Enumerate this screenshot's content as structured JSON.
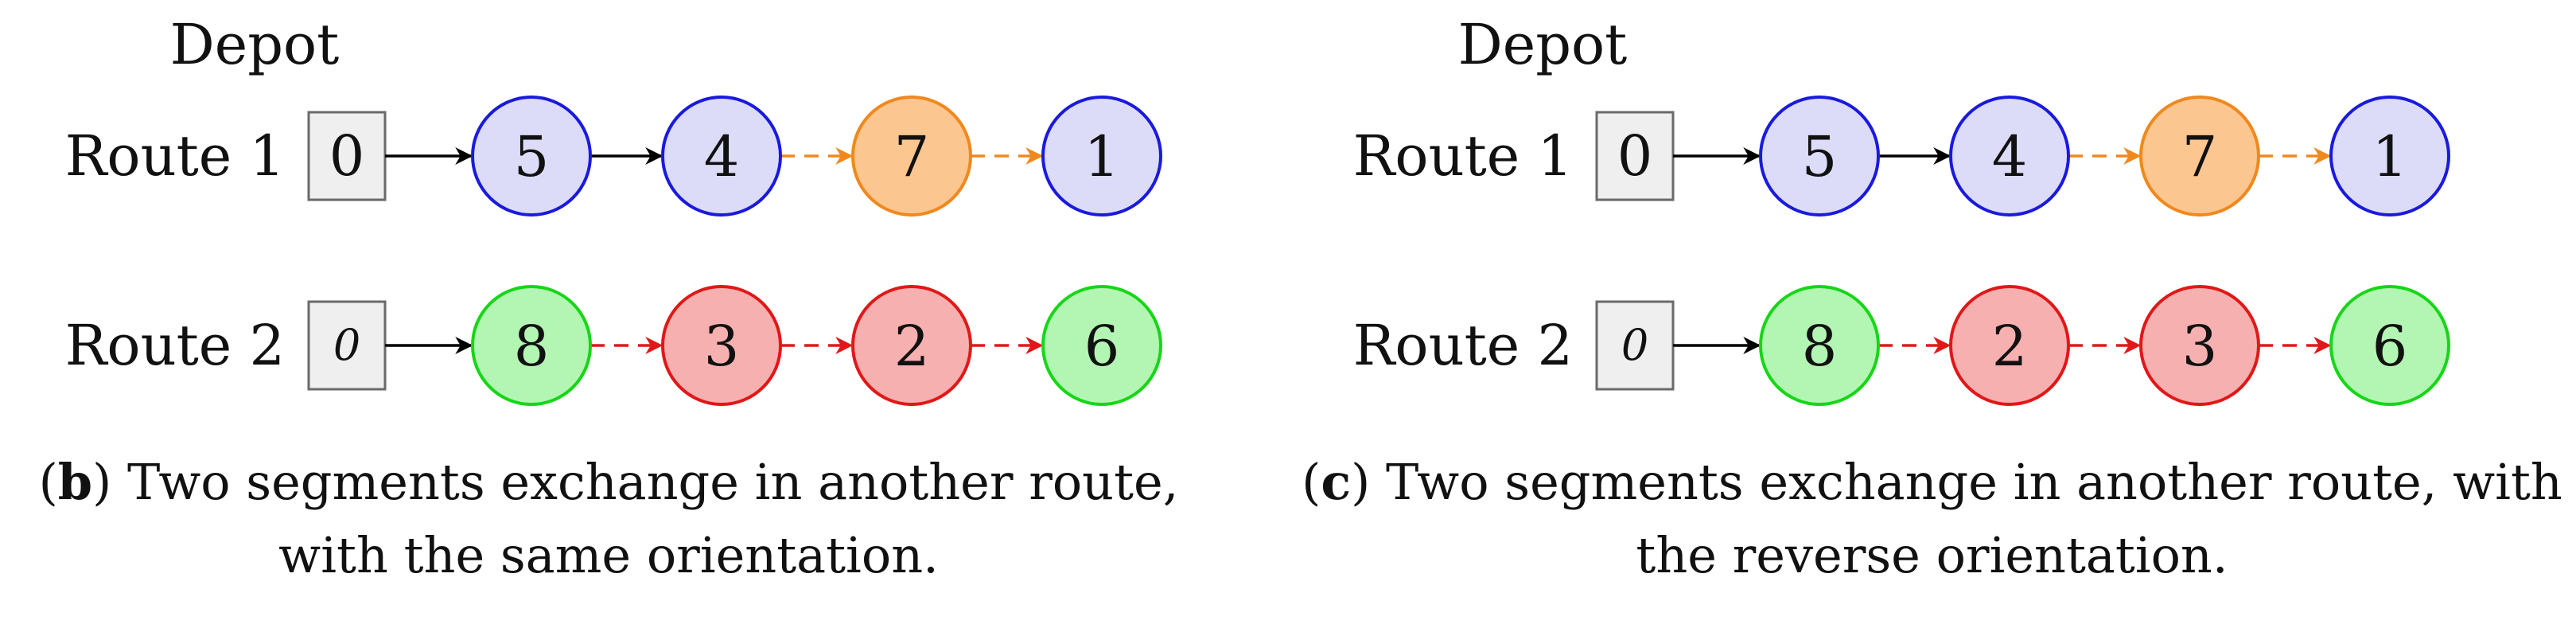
{
  "panels": [
    {
      "depot_label": "Depot",
      "routes": [
        {
          "label": "Route 1",
          "depot": {
            "text": "0",
            "italic": false
          },
          "nodes": [
            {
              "text": "5",
              "fill": "#dcdcf8",
              "stroke": "#1a1adc"
            },
            {
              "text": "4",
              "fill": "#dcdcf8",
              "stroke": "#1a1adc"
            },
            {
              "text": "7",
              "fill": "#fbc690",
              "stroke": "#f0881e"
            },
            {
              "text": "1",
              "fill": "#dcdcf8",
              "stroke": "#1a1adc"
            }
          ],
          "edges": [
            {
              "color": "#000000",
              "dashed": false
            },
            {
              "color": "#000000",
              "dashed": false
            },
            {
              "color": "#f0881e",
              "dashed": true
            },
            {
              "color": "#f0881e",
              "dashed": true
            }
          ]
        },
        {
          "label": "Route 2",
          "depot": {
            "text": "0",
            "italic": true
          },
          "nodes": [
            {
              "text": "8",
              "fill": "#b3f6b3",
              "stroke": "#17d617"
            },
            {
              "text": "3",
              "fill": "#f7b0b0",
              "stroke": "#e01818"
            },
            {
              "text": "2",
              "fill": "#f7b0b0",
              "stroke": "#e01818"
            },
            {
              "text": "6",
              "fill": "#b3f6b3",
              "stroke": "#17d617"
            }
          ],
          "edges": [
            {
              "color": "#000000",
              "dashed": false
            },
            {
              "color": "#e01818",
              "dashed": true
            },
            {
              "color": "#e01818",
              "dashed": true
            },
            {
              "color": "#e01818",
              "dashed": true
            }
          ]
        }
      ],
      "caption": {
        "tag": "b",
        "text_line1": "Two segments exchange in another route,",
        "text_line2": "with the same orientation."
      }
    },
    {
      "depot_label": "Depot",
      "routes": [
        {
          "label": "Route 1",
          "depot": {
            "text": "0",
            "italic": false
          },
          "nodes": [
            {
              "text": "5",
              "fill": "#dcdcf8",
              "stroke": "#1a1adc"
            },
            {
              "text": "4",
              "fill": "#dcdcf8",
              "stroke": "#1a1adc"
            },
            {
              "text": "7",
              "fill": "#fbc690",
              "stroke": "#f0881e"
            },
            {
              "text": "1",
              "fill": "#dcdcf8",
              "stroke": "#1a1adc"
            }
          ],
          "edges": [
            {
              "color": "#000000",
              "dashed": false
            },
            {
              "color": "#000000",
              "dashed": false
            },
            {
              "color": "#f0881e",
              "dashed": true
            },
            {
              "color": "#f0881e",
              "dashed": true
            }
          ]
        },
        {
          "label": "Route 2",
          "depot": {
            "text": "0",
            "italic": true
          },
          "nodes": [
            {
              "text": "8",
              "fill": "#b3f6b3",
              "stroke": "#17d617"
            },
            {
              "text": "2",
              "fill": "#f7b0b0",
              "stroke": "#e01818"
            },
            {
              "text": "3",
              "fill": "#f7b0b0",
              "stroke": "#e01818"
            },
            {
              "text": "6",
              "fill": "#b3f6b3",
              "stroke": "#17d617"
            }
          ],
          "edges": [
            {
              "color": "#000000",
              "dashed": false
            },
            {
              "color": "#e01818",
              "dashed": true
            },
            {
              "color": "#e01818",
              "dashed": true
            },
            {
              "color": "#e01818",
              "dashed": true
            }
          ]
        }
      ],
      "caption": {
        "tag": "c",
        "text_line1": "Two segments exchange in another route, with",
        "text_line2": "the reverse orientation."
      }
    }
  ]
}
